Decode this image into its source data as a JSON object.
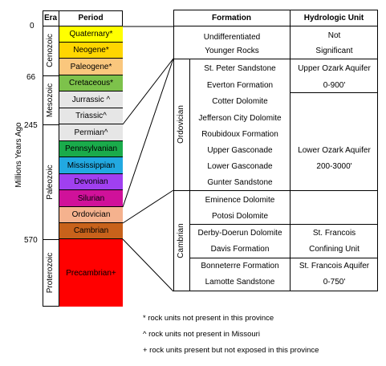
{
  "y_axis_label": "Millions Years Ago",
  "ticks": [
    {
      "label": "0"
    },
    {
      "label": "66"
    },
    {
      "label": "245"
    },
    {
      "label": "570"
    }
  ],
  "headers": {
    "era": "Era",
    "period": "Period",
    "formation": "Formation",
    "hydro": "Hydrologic Unit"
  },
  "eras": [
    {
      "label": "Cenozoic"
    },
    {
      "label": "Mesozoic"
    },
    {
      "label": "Paleozoic"
    },
    {
      "label": "Proterozoic"
    }
  ],
  "periods": [
    {
      "label": "Quaternary*",
      "color": "#FFFF00"
    },
    {
      "label": "Neogene*",
      "color": "#FFD600"
    },
    {
      "label": "Paleogene*",
      "color": "#FAC77D"
    },
    {
      "label": "Cretaceous*",
      "color": "#7DC24B"
    },
    {
      "label": "Jurrassic ^",
      "color": "#E6E6E6"
    },
    {
      "label": "Triassic^",
      "color": "#E6E6E6"
    },
    {
      "label": "Permian^",
      "color": "#E6E6E6"
    },
    {
      "label": "Pennsylvanian",
      "color": "#1AAB4B"
    },
    {
      "label": "Mississippian",
      "color": "#22A9E1"
    },
    {
      "label": "Devonian",
      "color": "#A040F0"
    },
    {
      "label": "Silurian",
      "color": "#D0119A"
    },
    {
      "label": "Ordovician",
      "color": "#F5B28E"
    },
    {
      "label": "Cambrian",
      "color": "#C8621B"
    },
    {
      "label": "Precambrian+",
      "color": "#FF0000"
    }
  ],
  "system_labels": {
    "ordovician": "Ordovician",
    "cambrian": "Cambrian"
  },
  "formations": {
    "undiff_1": "Undifferentiated",
    "undiff_2": "Younger Rocks",
    "ord": [
      "St. Peter Sandstone",
      "Everton Formation",
      "Cotter Dolomite",
      "Jefferson City Dolomite",
      "Roubidoux Formation",
      "Upper Gasconade",
      "Lower Gasconade",
      "Gunter Sandstone"
    ],
    "cam": [
      "Eminence Dolomite",
      "Potosi Dolomite",
      "Derby-Doerun Dolomite",
      "Davis Formation",
      "Bonneterre Formation",
      "Lamotte Sandstone"
    ]
  },
  "hydro": {
    "ns_1": "Not",
    "ns_2": "Significant",
    "uoa_1": "Upper Ozark Aquifer",
    "uoa_2": "0-900'",
    "loa_1": "Lower Ozark Aquifer",
    "loa_2": "200-3000'",
    "sf_1": "St. Francois",
    "sf_2": "Confining Unit",
    "sfa_1": "St. Francois Aquifer",
    "sfa_2": "0-750'"
  },
  "notes": [
    "* rock units not present in this province",
    "^ rock units not present in Missouri",
    "+ rock units present but not exposed in this province"
  ]
}
